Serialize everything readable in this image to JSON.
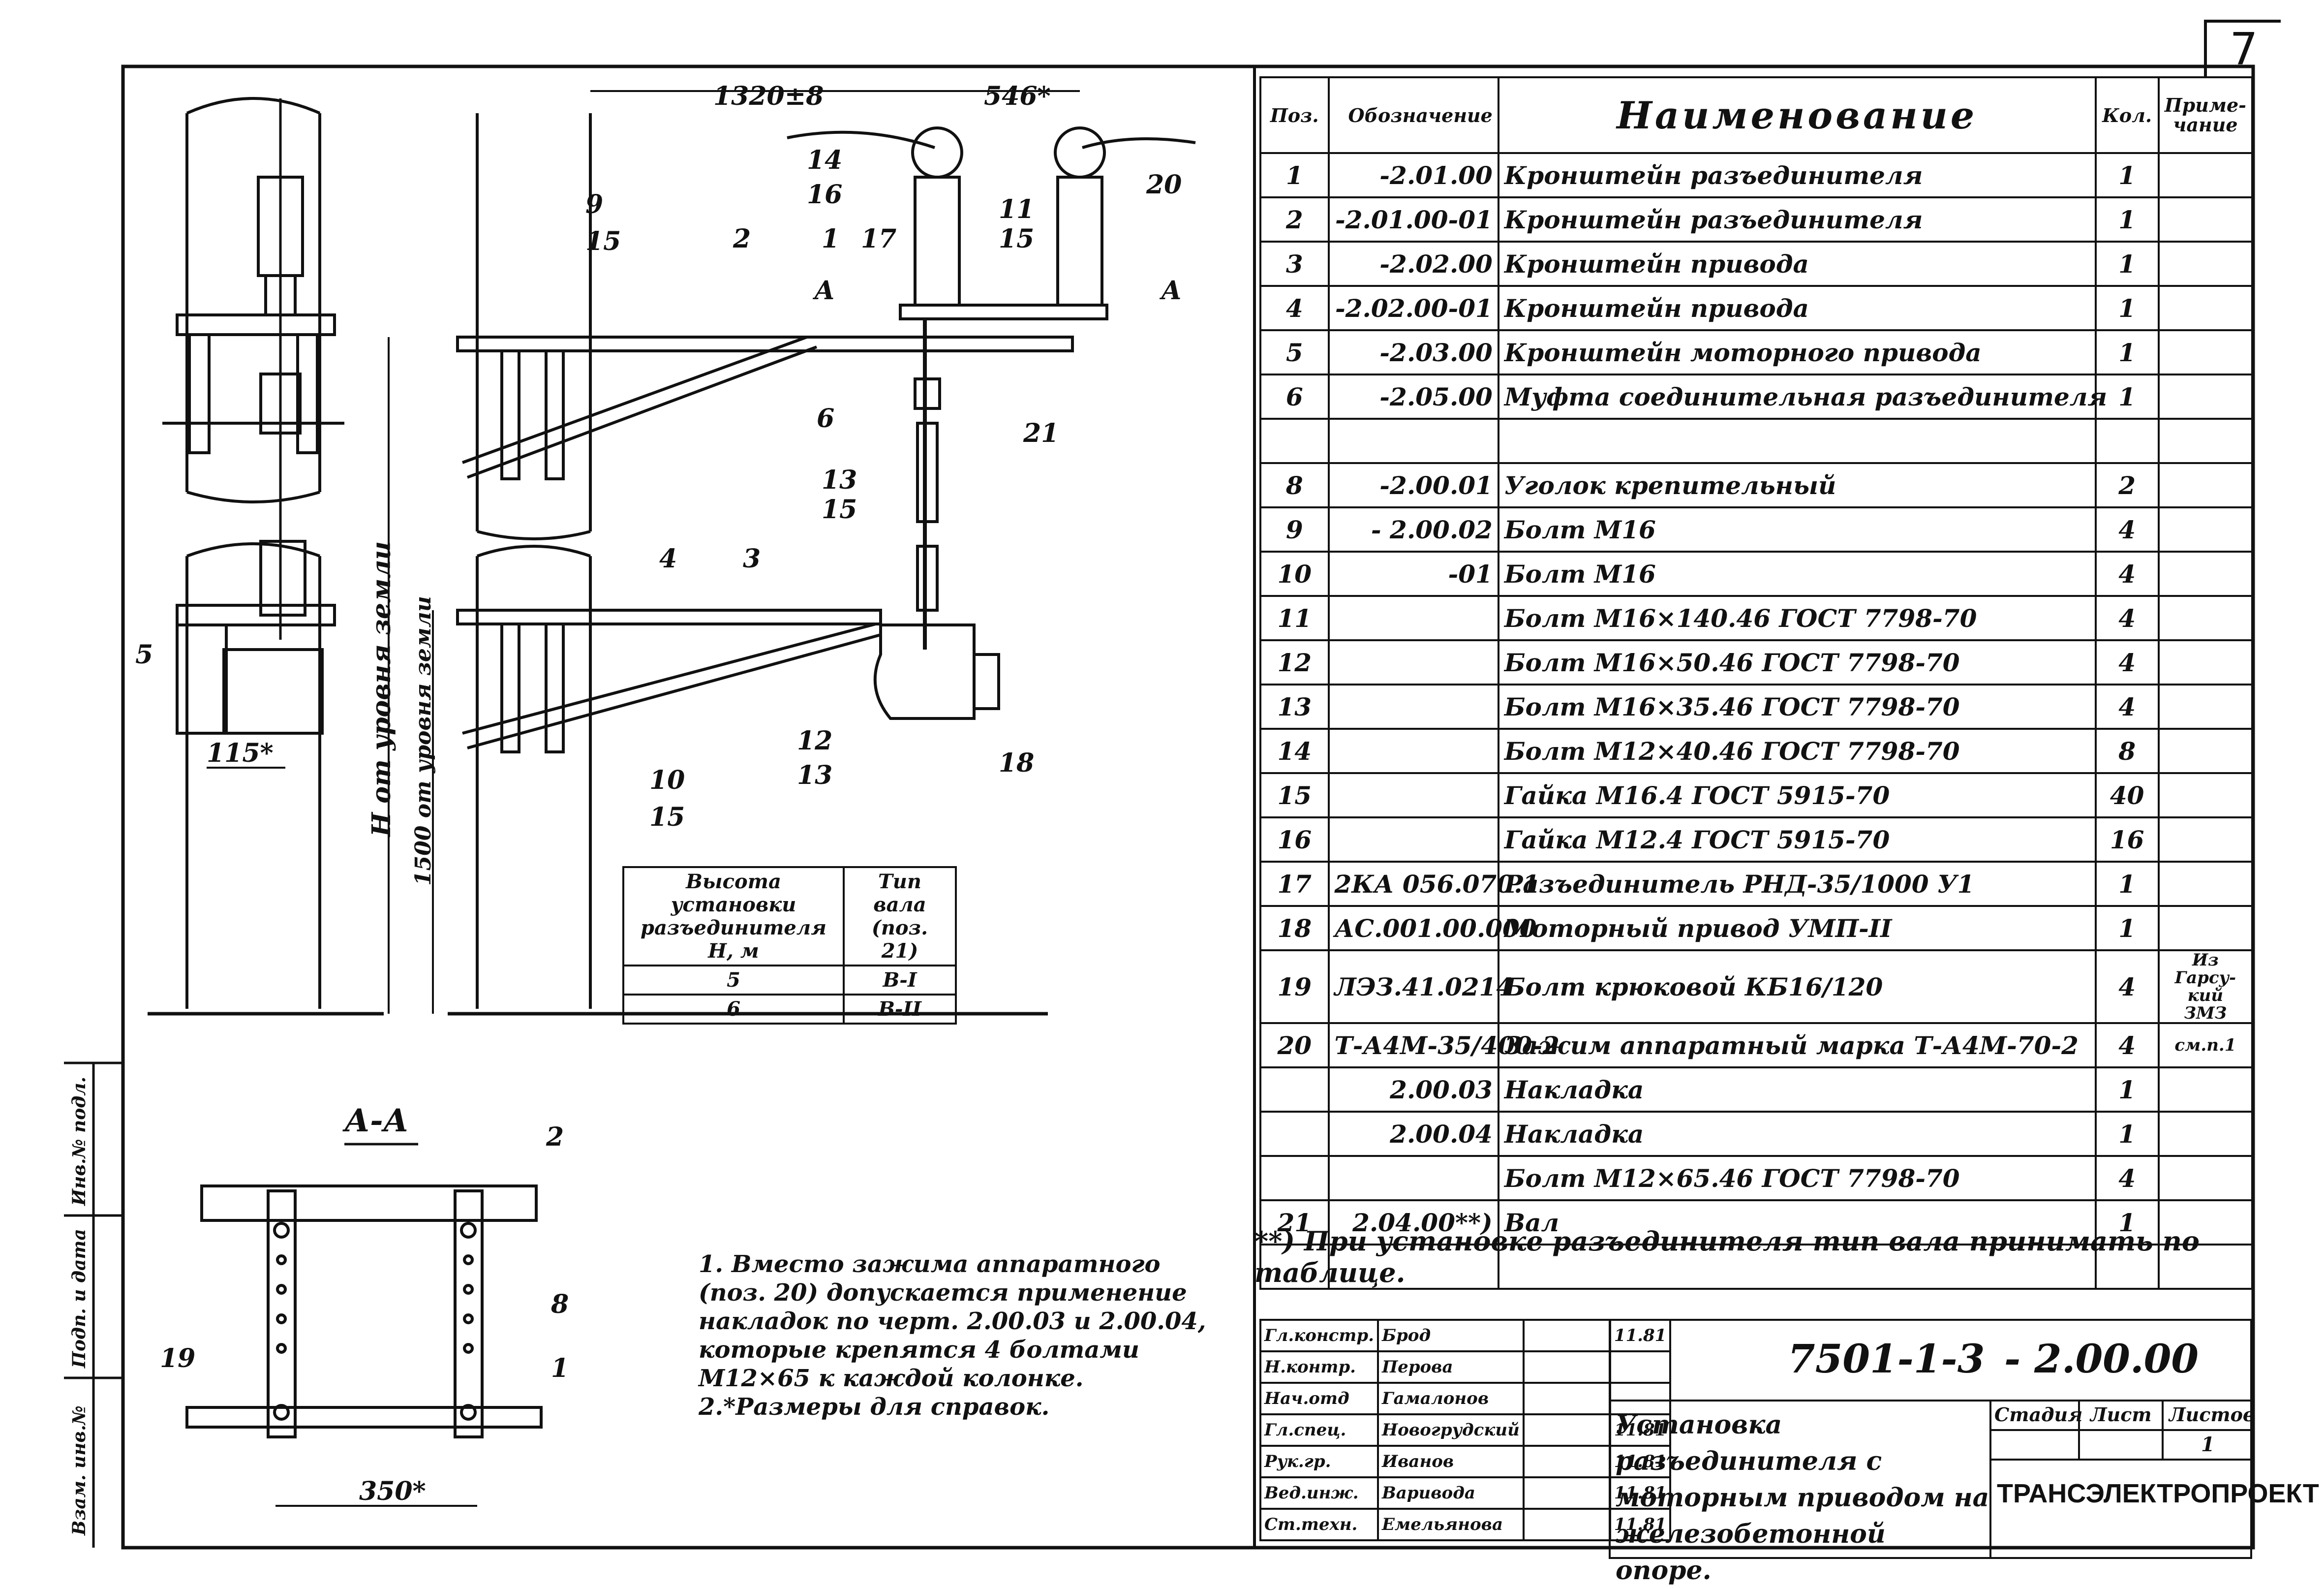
{
  "page_number": "7",
  "spec_table": {
    "headers": {
      "pos": "Поз.",
      "designation": "Обозначение",
      "name": "Наименование",
      "qty": "Кол.",
      "note": "Приме-чание"
    },
    "rows": [
      {
        "pos": "1",
        "des": "-2.01.00",
        "name": "Кронштейн разъединителя",
        "qty": "1",
        "note": ""
      },
      {
        "pos": "2",
        "des": "-2.01.00-01",
        "name": "Кронштейн разъединителя",
        "qty": "1",
        "note": ""
      },
      {
        "pos": "3",
        "des": "-2.02.00",
        "name": "Кронштейн привода",
        "qty": "1",
        "note": ""
      },
      {
        "pos": "4",
        "des": "-2.02.00-01",
        "name": "Кронштейн привода",
        "qty": "1",
        "note": ""
      },
      {
        "pos": "5",
        "des": "-2.03.00",
        "name": "Кронштейн моторного привода",
        "qty": "1",
        "note": ""
      },
      {
        "pos": "6",
        "des": "-2.05.00",
        "name": "Муфта соединительная разъединителя",
        "qty": "1",
        "note": ""
      },
      {
        "pos": "",
        "des": "",
        "name": "",
        "qty": "",
        "note": ""
      },
      {
        "pos": "8",
        "des": "-2.00.01",
        "name": "Уголок крепительный",
        "qty": "2",
        "note": ""
      },
      {
        "pos": "9",
        "des": "- 2.00.02",
        "name": "Болт М16",
        "qty": "4",
        "note": ""
      },
      {
        "pos": "10",
        "des": "-01",
        "name": "Болт М16",
        "qty": "4",
        "note": ""
      },
      {
        "pos": "11",
        "des": "",
        "name": "Болт М16×140.46 ГОСТ 7798-70",
        "qty": "4",
        "note": ""
      },
      {
        "pos": "12",
        "des": "",
        "name": "Болт М16×50.46 ГОСТ 7798-70",
        "qty": "4",
        "note": ""
      },
      {
        "pos": "13",
        "des": "",
        "name": "Болт М16×35.46 ГОСТ 7798-70",
        "qty": "4",
        "note": ""
      },
      {
        "pos": "14",
        "des": "",
        "name": "Болт М12×40.46 ГОСТ 7798-70",
        "qty": "8",
        "note": ""
      },
      {
        "pos": "15",
        "des": "",
        "name": "Гайка М16.4 ГОСТ 5915-70",
        "qty": "40",
        "note": ""
      },
      {
        "pos": "16",
        "des": "",
        "name": "Гайка М12.4 ГОСТ 5915-70",
        "qty": "16",
        "note": ""
      },
      {
        "pos": "17",
        "des": "2КА 056.070.1",
        "name": "Разъединитель РНД-35/1000 У1",
        "qty": "1",
        "note": ""
      },
      {
        "pos": "18",
        "des": "АС.001.00.000",
        "name": "Моторный привод УМП-II",
        "qty": "1",
        "note": ""
      },
      {
        "pos": "19",
        "des": "ЛЭЗ.41.0214",
        "name": "Болт крюковой КБ16/120",
        "qty": "4",
        "note": "Из Гарсу-кий ЗМЗ"
      },
      {
        "pos": "20",
        "des": "Т-А4М-35/400-2",
        "name": "Зажим аппаратный марка Т-А4М-70-2",
        "qty": "4",
        "note": "см.п.1"
      },
      {
        "pos": "",
        "des": "2.00.03",
        "name": "Накладка",
        "qty": "1",
        "note": ""
      },
      {
        "pos": "",
        "des": "2.00.04",
        "name": "Накладка",
        "qty": "1",
        "note": ""
      },
      {
        "pos": "",
        "des": "",
        "name": "Болт М12×65.46 ГОСТ 7798-70",
        "qty": "4",
        "note": ""
      },
      {
        "pos": "21",
        "des": "2.04.00**)",
        "name": "Вал",
        "qty": "1",
        "note": ""
      },
      {
        "pos": "",
        "des": "",
        "name": "",
        "qty": "",
        "note": ""
      }
    ]
  },
  "footnote": "**) При установке разъединителя тип вала принимать по таблице.",
  "notes": {
    "n1": "1. Вместо зажима аппаратного (поз. 20) допускается применение накладок по черт. 2.00.03 и 2.00.04, которые крепятся 4 болтами М12×65 к каждой колонке.",
    "n2": "2.*Размеры для справок."
  },
  "height_table": {
    "h1": "Высота установки разъединителя H, м",
    "h2": "Тип вала (поз. 21)",
    "rows": [
      [
        "5",
        "В-I"
      ],
      [
        "6",
        "В-II"
      ]
    ]
  },
  "drawing": {
    "dim_top1": "1320±8",
    "dim_top2": "546*",
    "dim_115": "115*",
    "dim_350": "350*",
    "dim_h": "H от уровня земли",
    "dim_1500": "1500 от уровня земли",
    "section": "А-А",
    "section_mark": "А",
    "callouts": [
      "14",
      "16",
      "11",
      "15",
      "20",
      "9",
      "15",
      "2",
      "1",
      "17",
      "6",
      "21",
      "13",
      "15",
      "4",
      "3",
      "5",
      "12",
      "13",
      "18",
      "10",
      "15",
      "2",
      "8",
      "19",
      "1"
    ]
  },
  "stamp": {
    "doc_code": "7501-1-3",
    "doc_num": "- 2.00.00",
    "title": "Установка разъединителя с моторным приводом на железобетонной опоре.",
    "org": "ТРАНСЭЛЕКТРОПРОЕКТ",
    "stage_hdr": "Стадия",
    "sheet_hdr": "Лист",
    "sheets_hdr": "Листов",
    "sheets": "1",
    "people": [
      {
        "role": "Гл.констр.",
        "name": "Брод",
        "date": "11.81"
      },
      {
        "role": "Н.контр.",
        "name": "Перова",
        "date": ""
      },
      {
        "role": "Нач.отд",
        "name": "Гамалонов",
        "date": ""
      },
      {
        "role": "Гл.спец.",
        "name": "Новогрудский",
        "date": "11.81"
      },
      {
        "role": "Рук.гр.",
        "name": "Иванов",
        "date": "11.81"
      },
      {
        "role": "Вед.инж.",
        "name": "Варивода",
        "date": "11.81"
      },
      {
        "role": "Ст.техн.",
        "name": "Емельянова",
        "date": "11.81"
      }
    ]
  },
  "left_strip": [
    "Инв.№ подл.",
    "Подп. и дата",
    "Взам. инв.№"
  ]
}
